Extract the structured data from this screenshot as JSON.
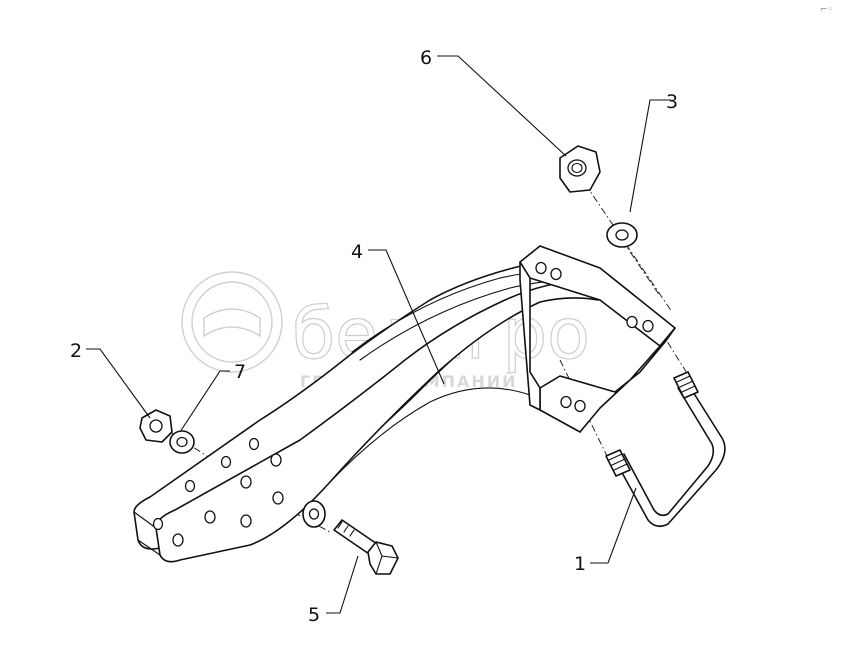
{
  "callouts": {
    "c1": "1",
    "c2": "2",
    "c3": "3",
    "c4": "4",
    "c5": "5",
    "c6": "6",
    "c7": "7"
  },
  "watermark": {
    "brand": "белагро",
    "subtitle": "ГРУППА КОМПАНИЙ"
  },
  "colors": {
    "line": "#111111",
    "watermark": "#c9c9c9"
  }
}
